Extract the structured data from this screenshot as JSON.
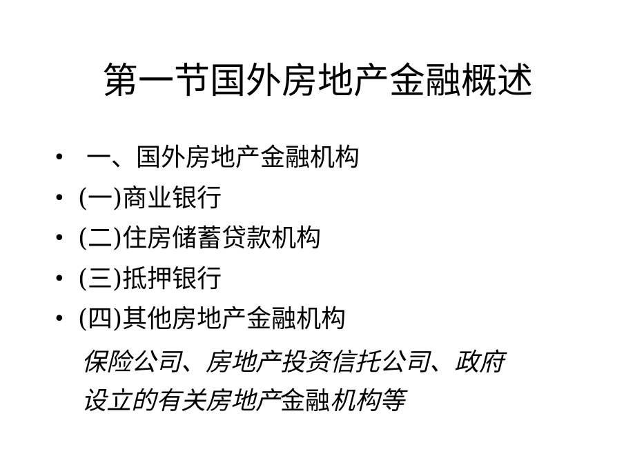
{
  "slide": {
    "title": "第一节国外房地产金融概述",
    "bullet_symbol": "•",
    "items": [
      {
        "label": "一、国外房地产金融机构"
      },
      {
        "label": "(一)商业银行"
      },
      {
        "label": "(二)住房储蓄贷款机构"
      },
      {
        "label": "(三)抵押银行"
      },
      {
        "label": "(四)其他房地产金融机构"
      }
    ],
    "note": {
      "line1": " 保险公司、房地产投资信托公司、政府",
      "line2_a": "设立的有关房地产",
      "line2_b": "金融",
      "line2_c": "机构等"
    }
  }
}
